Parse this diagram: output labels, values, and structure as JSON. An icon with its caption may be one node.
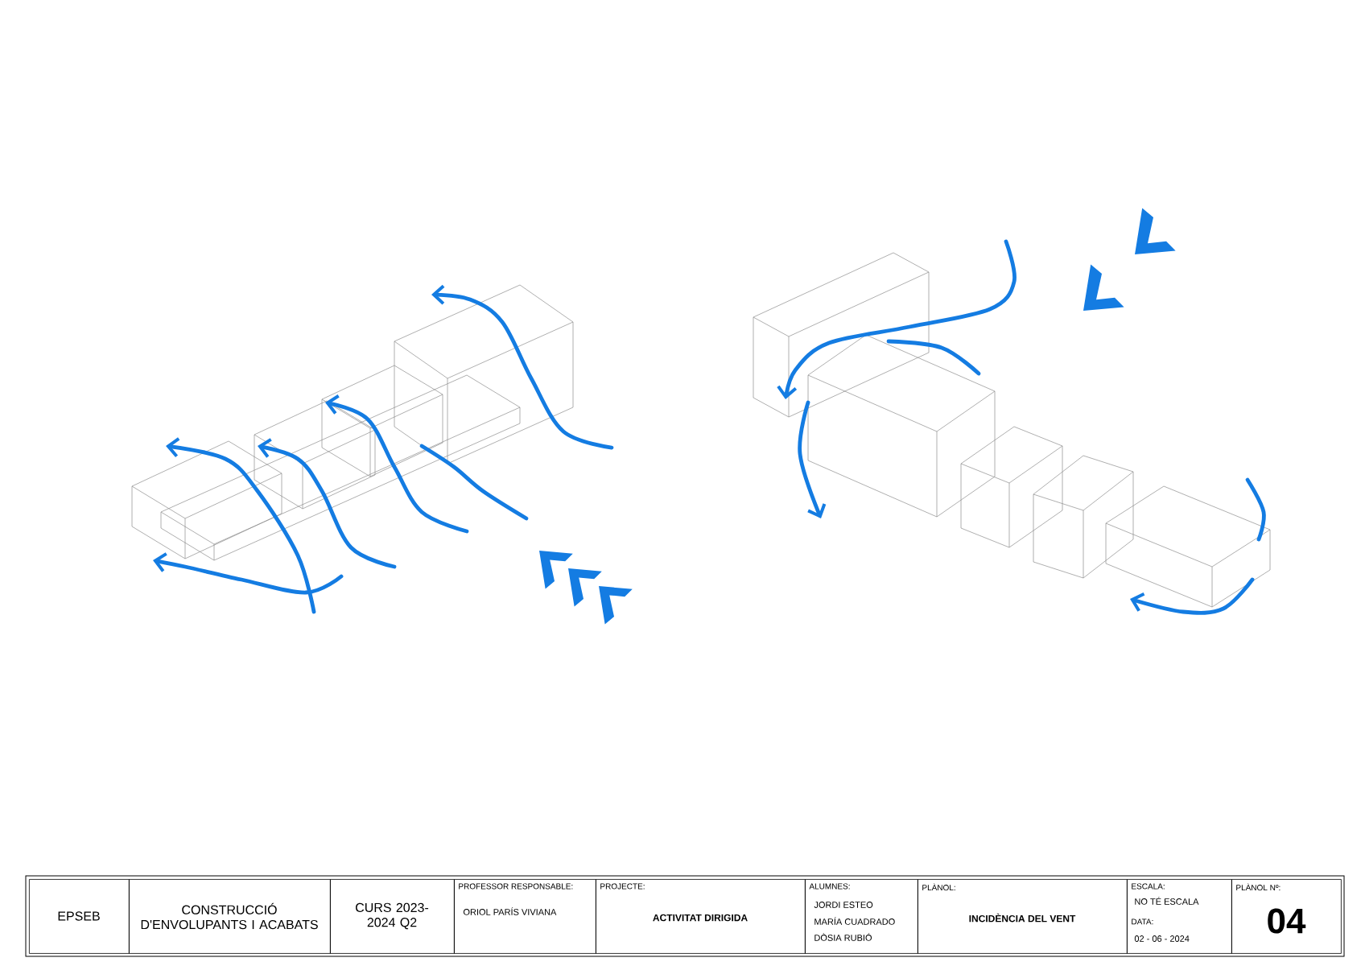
{
  "diagram": {
    "nodes": [
      {
        "text": [
          "EPSEB"
        ]
      },
      {
        "text": [
          "CONSTRUCCIÓ D'ENVOLUPANTS I ACABATS"
        ]
      },
      {
        "text": [
          "CURS 2023-2024 Q2"
        ]
      },
      {
        "text": [
          "PROFESSOR RESPONSABLE:",
          "ORIOL PARÍS VIVIANA"
        ]
      },
      {
        "text": [
          "PROJECTE:",
          "ACTIVITAT DIRIGIDA"
        ]
      },
      {
        "text": [
          "ALUMNES:",
          "JORDI ESTEO",
          "MARÍA CUADRADO",
          "DÒSIA RUBIÓ"
        ]
      },
      {
        "text": [
          "PLÀNOL:",
          "INCIDÈNCIA DEL VENT"
        ]
      },
      {
        "text": [
          "ESCALA:",
          "NO TÉ ESCALA",
          "DATA:",
          "02 - 06 - 2024"
        ]
      },
      {
        "text": [
          "PLÀNOL Nº:",
          "04"
        ]
      }
    ]
  }
}
